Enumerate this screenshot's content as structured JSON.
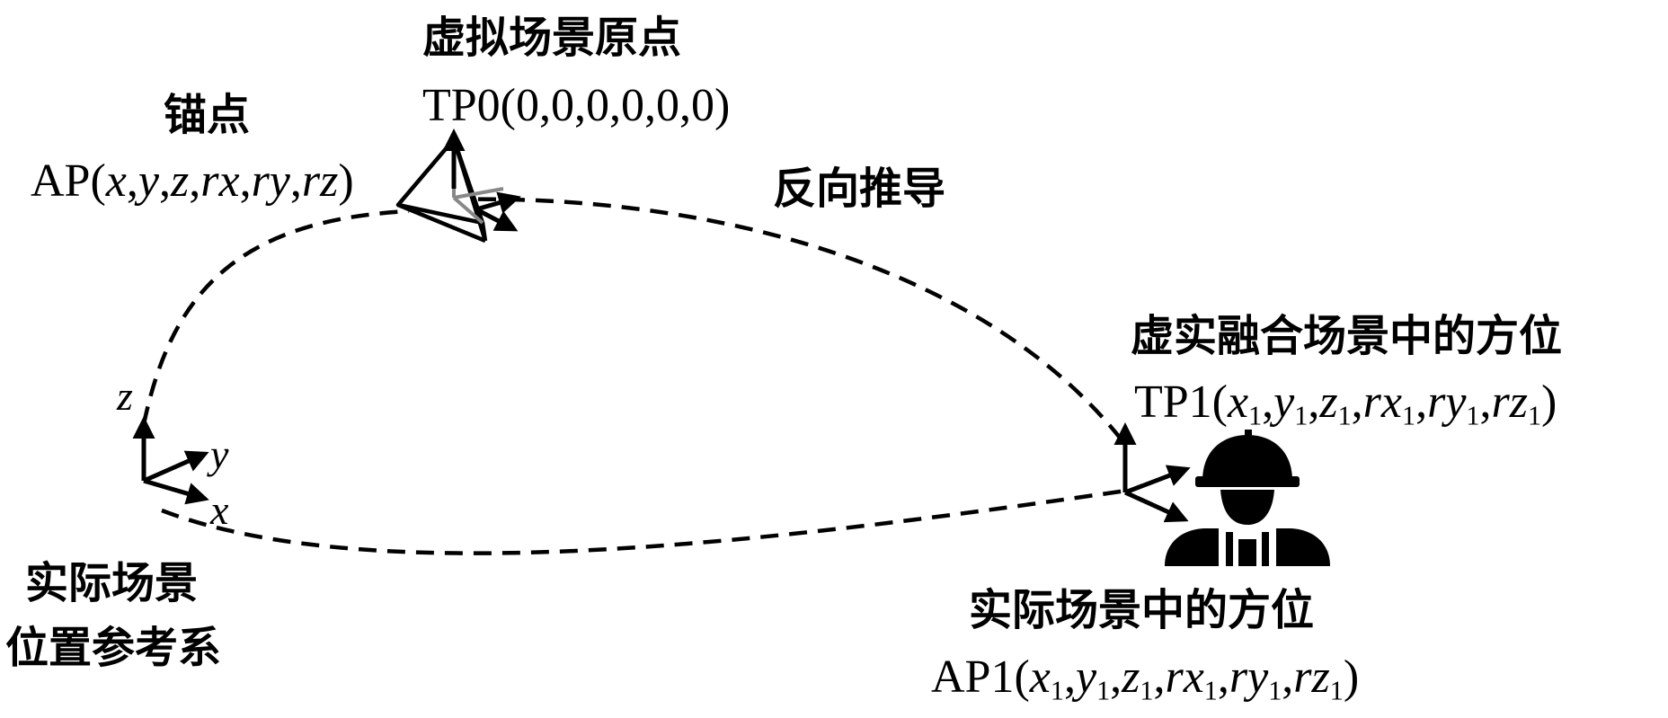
{
  "labels": {
    "virtual_origin_title": "虚拟场景原点",
    "virtual_origin_coord": "TP0(0,0,0,0,0,0)",
    "anchor_title": "锚点",
    "anchor_coord_prefix": "AP(",
    "anchor_vars": [
      "x",
      "y",
      "z",
      "rx",
      "ry",
      "rz"
    ],
    "reverse_derivation": "反向推导",
    "fusion_pose_title": "虚实融合场景中的方位",
    "fusion_pose_prefix": "TP1(",
    "real_frame_line1": "实际场景",
    "real_frame_line2": "位置参考系",
    "real_pose_title": "实际场景中的方位",
    "real_pose_prefix": "AP1(",
    "indexed_vars": [
      "x",
      "y",
      "z",
      "rx",
      "ry",
      "rz"
    ],
    "index": "1",
    "close_paren": ")",
    "separator": ","
  },
  "axes": {
    "z": "z",
    "y": "y",
    "x": "x"
  },
  "icons": [
    "coordinate-frame-icon",
    "pyramid-marker-icon",
    "worker-helmet-icon"
  ]
}
